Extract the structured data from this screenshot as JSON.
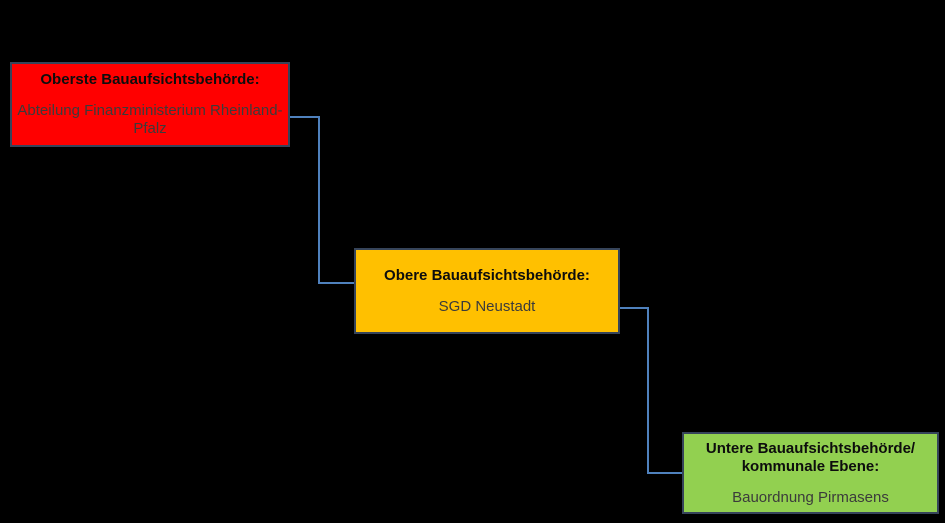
{
  "diagram": {
    "description": "Hierarchy of building supervision authorities Rheinland-Pfalz",
    "nodes": [
      {
        "id": "oberste",
        "level": "top",
        "title": "Oberste Bauaufsichtsbehörde:",
        "subtitle": "Abteilung Finanzministerium Rheinland-Pfalz",
        "fill": "#FF0000"
      },
      {
        "id": "obere",
        "level": "middle",
        "title": "Obere Bauaufsichtsbehörde:",
        "subtitle": "SGD Neustadt",
        "fill": "#FFC000"
      },
      {
        "id": "untere",
        "level": "bottom",
        "title": "Untere Bauaufsichtsbehörde/ kommunale Ebene:",
        "subtitle": "Bauordnung Pirmasens",
        "fill": "#92D050"
      }
    ],
    "edges": [
      {
        "from": "oberste",
        "to": "obere",
        "style": "elbow"
      },
      {
        "from": "obere",
        "to": "untere",
        "style": "elbow"
      }
    ],
    "colors": {
      "background": "#000000",
      "connector": "#4F81BD",
      "node_border": "#36445A",
      "title_text": "#0D0D0D",
      "subtitle_text": "#3B3B3B",
      "node_fill_top": "#FF0000",
      "node_fill_middle": "#FFC000",
      "node_fill_bottom": "#92D050"
    }
  }
}
